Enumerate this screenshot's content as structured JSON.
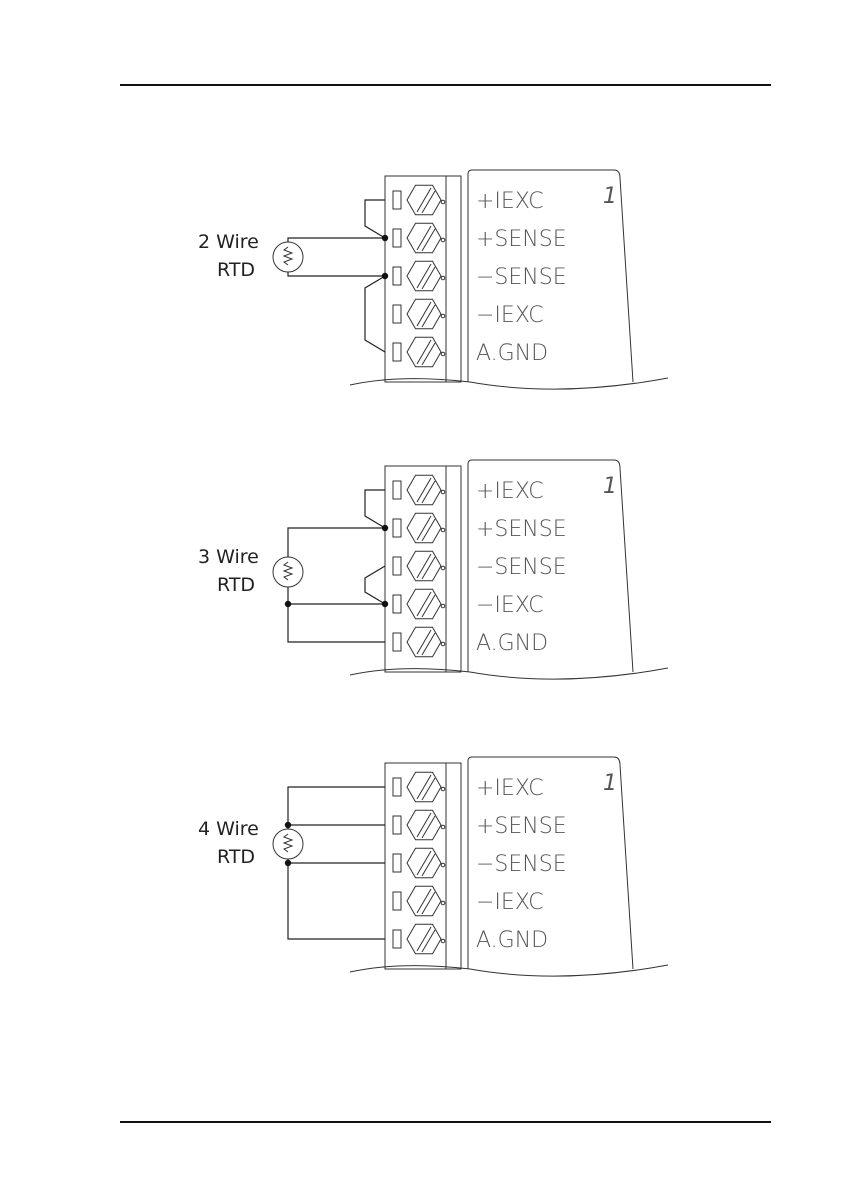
{
  "header": {
    "rule": true
  },
  "footer": {
    "rule": true
  },
  "terminal_labels": [
    "+IEXC",
    "+SENSE",
    "−SENSE",
    "−IEXC",
    "A.GND"
  ],
  "channel_number": "1",
  "diagrams": [
    {
      "id": "two-wire",
      "wire_label": "2  Wire",
      "sensor_label": "RTD"
    },
    {
      "id": "three-wire",
      "wire_label": "3  Wire",
      "sensor_label": "RTD"
    },
    {
      "id": "four-wire",
      "wire_label": "4  Wire",
      "sensor_label": "RTD"
    }
  ],
  "icons": {
    "resistor": "resistor-icon",
    "screw": "screw-terminal-icon"
  }
}
